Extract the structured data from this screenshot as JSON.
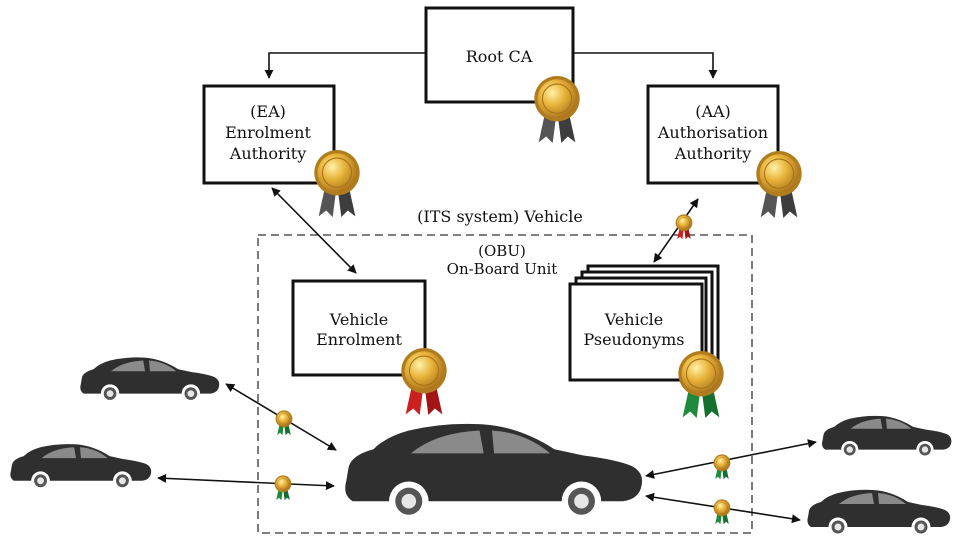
{
  "root_ca": {
    "label": "Root CA"
  },
  "ea": {
    "line1": "(EA)",
    "line2": "Enrolment",
    "line3": "Authority"
  },
  "aa": {
    "line1": "(AA)",
    "line2": "Authorisation",
    "line3": "Authority"
  },
  "its_system": {
    "label": "(ITS system) Vehicle"
  },
  "obu": {
    "line1": "(OBU)",
    "line2": "On-Board Unit"
  },
  "enrolment_cert": {
    "line1": "Vehicle",
    "line2": "Enrolment"
  },
  "pseudonyms_cert": {
    "line1": "Vehicle",
    "line2": "Pseudonyms"
  },
  "colors": {
    "ribbon_gray": "#555555",
    "ribbon_red": "#cc1f1f",
    "ribbon_green": "#1e8a3c",
    "seal_gold": "#e0a82e",
    "car_body": "#2f2f2f"
  }
}
